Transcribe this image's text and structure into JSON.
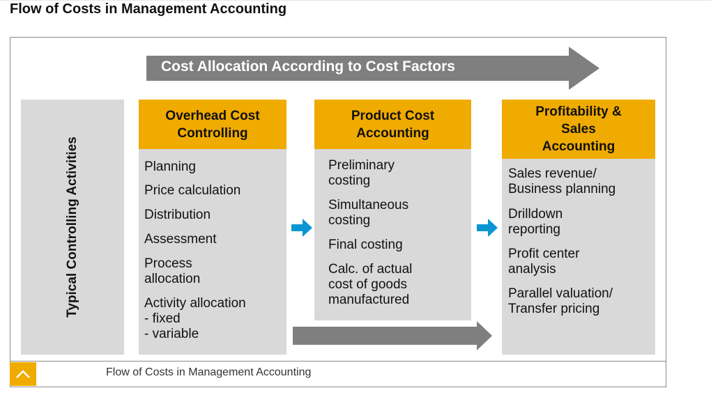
{
  "header": {
    "title": "Flow of Costs in Management Accounting"
  },
  "diagram": {
    "top_arrow_label": "Cost Allocation According to Cost Factors",
    "side_label": "Typical Controlling Activities",
    "columns": [
      {
        "heading": [
          "Overhead Cost",
          "Controlling"
        ],
        "items": [
          "Planning",
          "Price calculation",
          "Distribution",
          "Assessment",
          "Process",
          "allocation",
          "Activity allocation",
          "- fixed",
          "- variable"
        ]
      },
      {
        "heading": [
          "Product Cost",
          "Accounting"
        ],
        "items": [
          "Preliminary",
          "costing",
          "Simultaneous",
          "costing",
          "Final costing",
          "Calc. of actual",
          "cost of goods",
          "manufactured"
        ]
      },
      {
        "heading": [
          "Profitability &",
          "Sales",
          "Accounting"
        ],
        "items": [
          "Sales revenue/",
          "Business planning",
          "Drilldown",
          "reporting",
          "Profit center",
          "analysis",
          "Parallel valuation/",
          "Transfer pricing"
        ]
      }
    ],
    "colors": {
      "header": "#f0ab00",
      "box": "#d9d9d9",
      "gray_arrow": "#7f7f7f",
      "blue_arrow": "#0a96d2"
    }
  },
  "footer": {
    "caption": "Flow of Costs in Management Accounting",
    "toggle_icon": "chevron-up-icon"
  }
}
